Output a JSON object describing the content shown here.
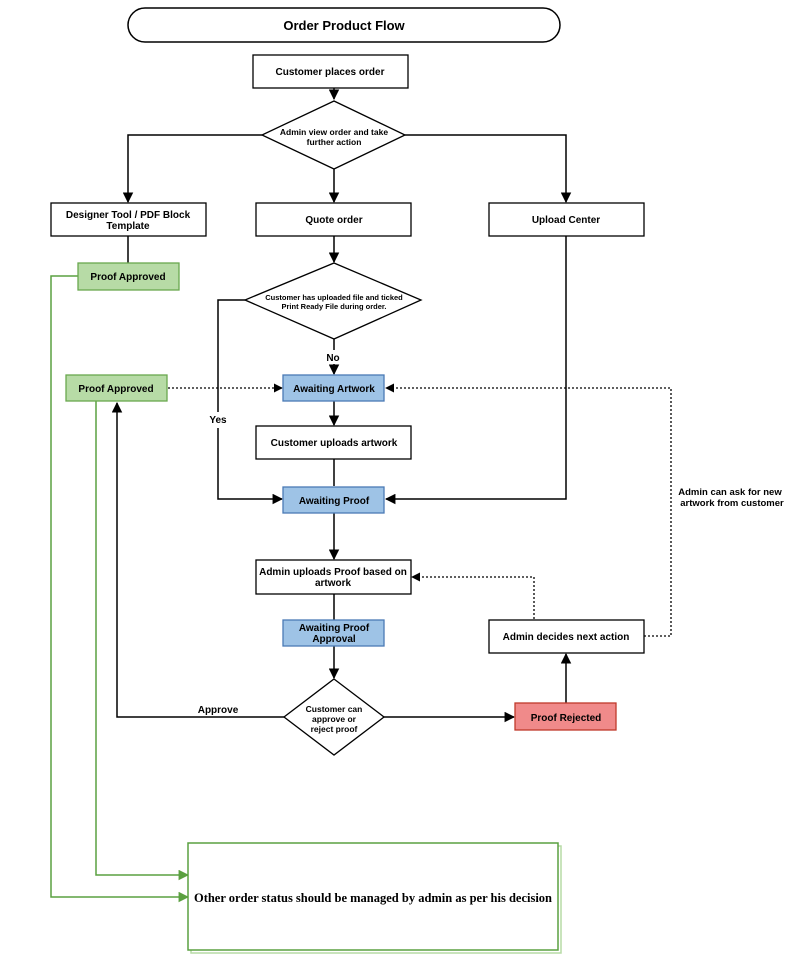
{
  "title": "Order Product Flow",
  "colors": {
    "stroke": "#000000",
    "blue_fill": "#9ec3e6",
    "blue_stroke": "#4a7ab5",
    "green_fill": "#b7dba6",
    "green_stroke": "#6aa84f",
    "green_line": "#5aa040",
    "red_fill": "#f08a8a",
    "red_stroke": "#c0392b"
  },
  "nodes": {
    "customer_places_order": "Customer places order",
    "admin_view_1": "Admin view order and take",
    "admin_view_2": "further action",
    "designer_tool_1": "Designer Tool / PDF Block",
    "designer_tool_2": "Template",
    "quote_order": "Quote order",
    "upload_center": "Upload Center",
    "proof_approved_top": "Proof Approved",
    "customer_uploaded_1": "Customer has uploaded file and ticked",
    "customer_uploaded_2": "Print Ready File during order.",
    "proof_approved_mid": "Proof Approved",
    "awaiting_artwork": "Awaiting Artwork",
    "customer_uploads_artwork": "Customer uploads artwork",
    "awaiting_proof": "Awaiting Proof",
    "admin_uploads_proof_1": "Admin uploads Proof based on",
    "admin_uploads_proof_2": "artwork",
    "awaiting_proof_approval_1": "Awaiting Proof",
    "awaiting_proof_approval_2": "Approval",
    "admin_decides": "Admin decides next action",
    "customer_decision_1": "Customer can",
    "customer_decision_2": "approve or",
    "customer_decision_3": "reject proof",
    "proof_rejected": "Proof Rejected",
    "other_status": "Other order status should be managed by admin as per his decision"
  },
  "labels": {
    "no": "No",
    "yes": "Yes",
    "approve": "Approve",
    "admin_ask_1": "Admin can ask for new",
    "admin_ask_2": "artwork from customer"
  }
}
